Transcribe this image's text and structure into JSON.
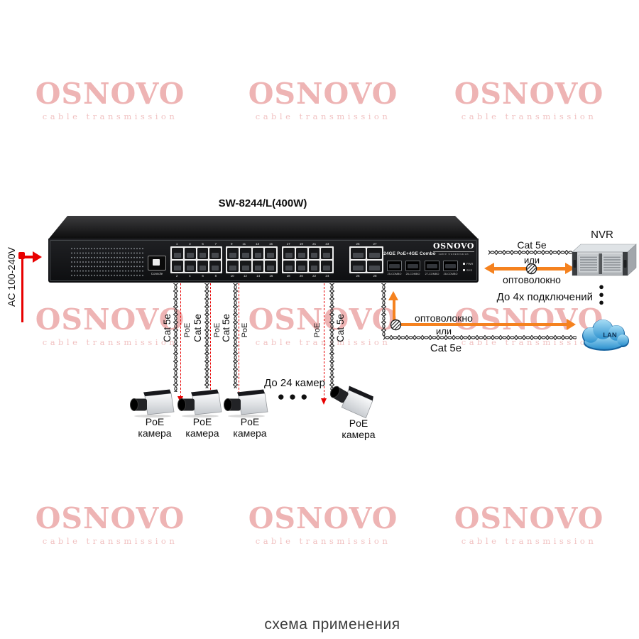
{
  "colors": {
    "accent_orange": "#F5821F",
    "power_red": "#E80000",
    "watermark_pink": "#EEB4B4",
    "cloud_blue": "#2E92CF"
  },
  "watermark": {
    "title": "OSNOVO",
    "subtitle": "cable transmission"
  },
  "title": "SW-8244/L(400W)",
  "power": {
    "label": "AC 100-240V"
  },
  "switch": {
    "console": "Console",
    "banner": "24GE PoE+4GE Combo",
    "brand": "OSNOVO",
    "brand_sub": "cable transmission",
    "port_groups": [
      {
        "top": "1 3 5 7",
        "bottom": "2 4 6 8"
      },
      {
        "top": "9 11 13 15",
        "bottom": "10 12 14 16"
      },
      {
        "top": "17 19 21 23",
        "bottom": "18 20 22 24"
      }
    ],
    "combo_group": {
      "top": "25 27",
      "bottom": "26 28"
    },
    "sfp_labels": [
      "25-COMBO",
      "26-COMBO",
      "27-COMBO",
      "28-COMBO"
    ],
    "led_labels": [
      "PWR",
      "SYS"
    ]
  },
  "camera_section": {
    "cat5e": "Cat 5e",
    "poe": "PoE",
    "camera_line1": "PoE",
    "camera_line2": "камера",
    "up_to": "До 24 камер",
    "dots": "●●●"
  },
  "nvr_section": {
    "cat5e": "Cat 5e",
    "or": "или",
    "fiber": "оптоволокно",
    "label": "NVR",
    "up_to": "До 4х подключений",
    "dots": "●\n●\n●"
  },
  "lan_section": {
    "fiber": "оптоволокно",
    "or": "или",
    "cat5e": "Cat 5e",
    "label": "LAN"
  },
  "caption": "схема применения"
}
